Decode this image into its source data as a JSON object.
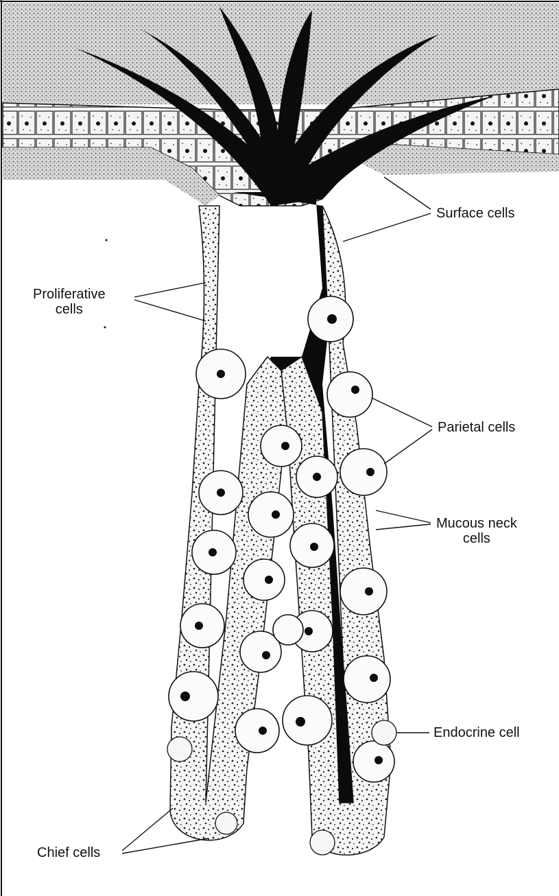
{
  "labels": {
    "surface": "Surface cells",
    "proliferative": "Proliferative\ncells",
    "parietal": "Parietal cells",
    "mucous_neck": "Mucous neck\ncells",
    "endocrine": "Endocrine cell",
    "chief": "Chief cells"
  },
  "colors": {
    "ink": "#0b0b0b",
    "paper": "#ffffff",
    "stipple": "#8c8c8c"
  }
}
